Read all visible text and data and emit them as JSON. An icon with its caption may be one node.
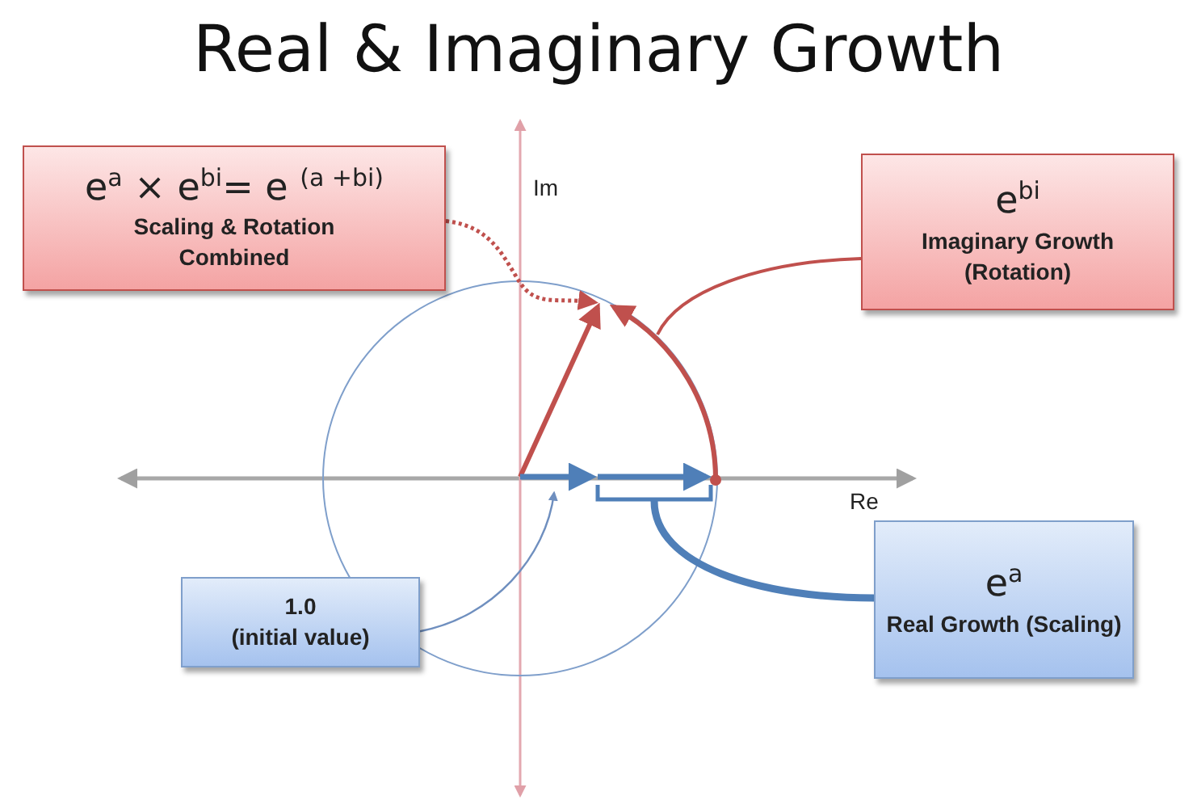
{
  "diagram": {
    "title": "Real & Imaginary Growth",
    "nodes": [
      {
        "text": [
          "e$^{a}$ × e$^{bi}$= e $^{(a +bi)}$",
          "Scaling & Rotation Combined"
        ]
      },
      {
        "text": [
          "e$^{bi}$",
          "Imaginary Growth (Rotation)"
        ]
      },
      {
        "text": [
          "1.0",
          "(initial value)"
        ]
      },
      {
        "text": [
          "e$^{a}$",
          "Real Growth (Scaling)"
        ]
      }
    ],
    "edges": [
      {
        "from": 0,
        "to": null,
        "arrow": "to",
        "style": "dashed",
        "color": "#c0504d"
      },
      {
        "from": 1,
        "to": null,
        "arrow": "none",
        "color": "#c0504d"
      },
      {
        "from": 2,
        "to": null,
        "arrow": "to",
        "color": "#6f8fbf"
      },
      {
        "from": 3,
        "to": null,
        "arrow": "none",
        "style": "thick",
        "color": "#4f7fb8"
      }
    ],
    "labels": [
      "Im",
      "Re"
    ]
  }
}
